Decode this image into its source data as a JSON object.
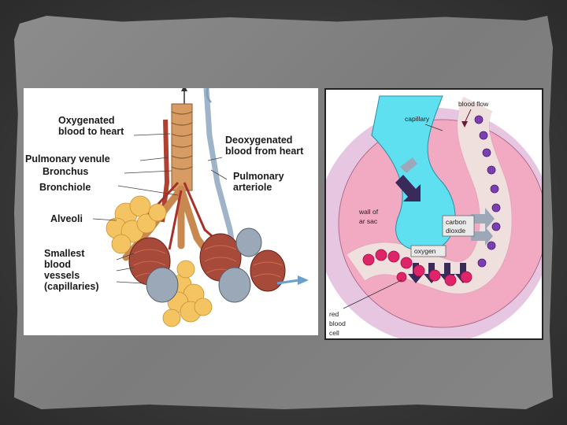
{
  "left_figure": {
    "labels": {
      "oxygenated": [
        "Oxygenated",
        "blood to heart"
      ],
      "deoxygenated": [
        "Deoxygenated",
        "blood from heart"
      ],
      "pulmonary_venule": "Pulmonary venule",
      "bronchus": "Bronchus",
      "bronchiole": "Bronchiole",
      "pulmonary_arteriole": [
        "Pulmonary",
        "arteriole"
      ],
      "alveoli": "Alveoli",
      "smallest_vessels": [
        "Smallest",
        "blood",
        "vessels",
        "(capillaries)"
      ]
    }
  },
  "right_figure": {
    "labels": {
      "blood_flow": "blood flow",
      "capillary": "capillary",
      "wall_of_air_sac": [
        "wall of",
        "ar sac"
      ],
      "carbon_dioxide": [
        "carbon",
        "dioxde"
      ],
      "oxygen": "oxygen",
      "red_blood_cell": [
        "red",
        "blood",
        "cell"
      ]
    }
  },
  "colors": {
    "background": "#3a3a3a",
    "panel": "#808080",
    "alveoli_yellow": "#f4c463",
    "capillary_red": "#a8402e",
    "capillary_blue": "#8fa3b8",
    "air_sac_pink": "#f2a9c2",
    "air_cyan": "#5ee0f0",
    "red_cell": "#e0246a",
    "purple_nucleus": "#7a3fb0"
  }
}
